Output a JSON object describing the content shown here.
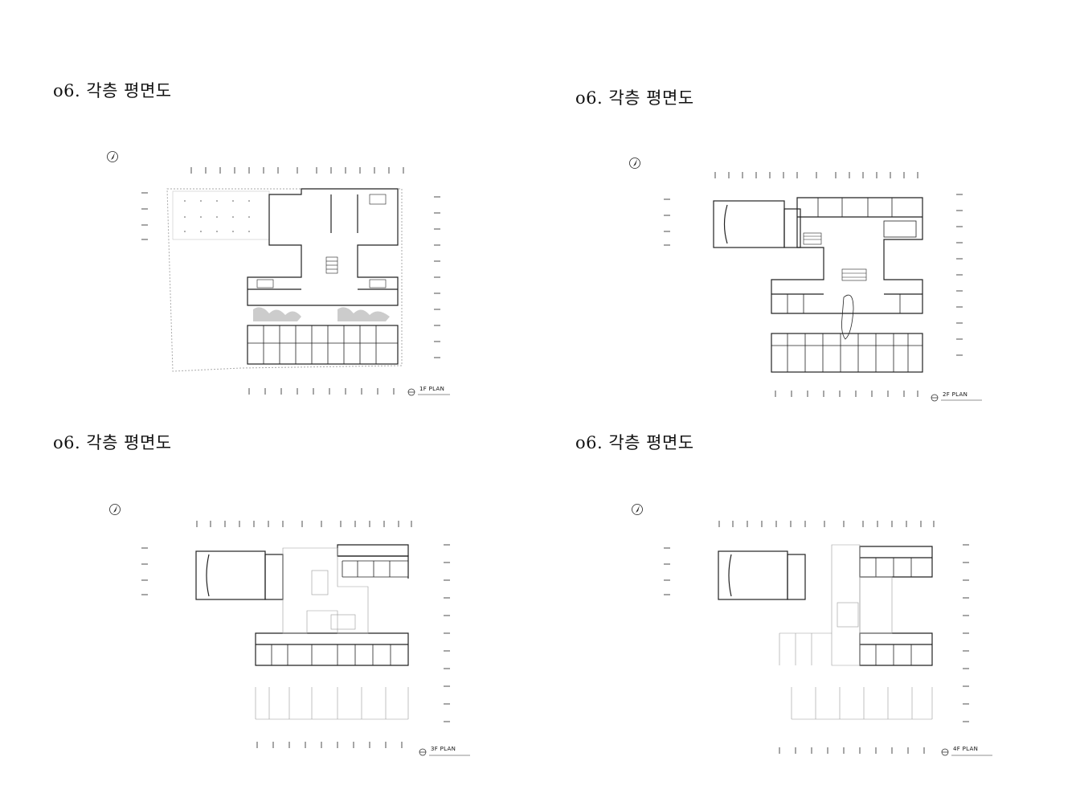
{
  "sheets": [
    {
      "title": "o6. 각층 평면도",
      "plan_label": "1F  PLAN"
    },
    {
      "title": "o6. 각층 평면도",
      "plan_label": "2F  PLAN"
    },
    {
      "title": "o6. 각층 평면도",
      "plan_label": "3F  PLAN"
    },
    {
      "title": "o6. 각층 평면도",
      "plan_label": "4F  PLAN"
    }
  ],
  "colors": {
    "line": "#222222",
    "light_line": "#999999",
    "hatch": "#cccccc"
  }
}
